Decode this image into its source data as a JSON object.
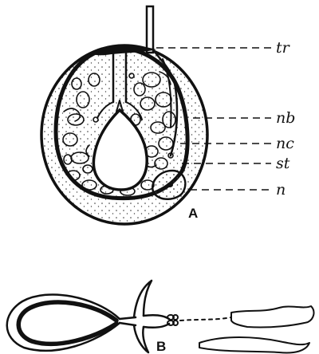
{
  "figure": {
    "panel_a": {
      "caption": "A"
    },
    "panel_b": {
      "caption": "B"
    },
    "labels": {
      "tr": "tr",
      "nb": "nb",
      "nc": "nc",
      "st": "st",
      "n": "n"
    }
  }
}
